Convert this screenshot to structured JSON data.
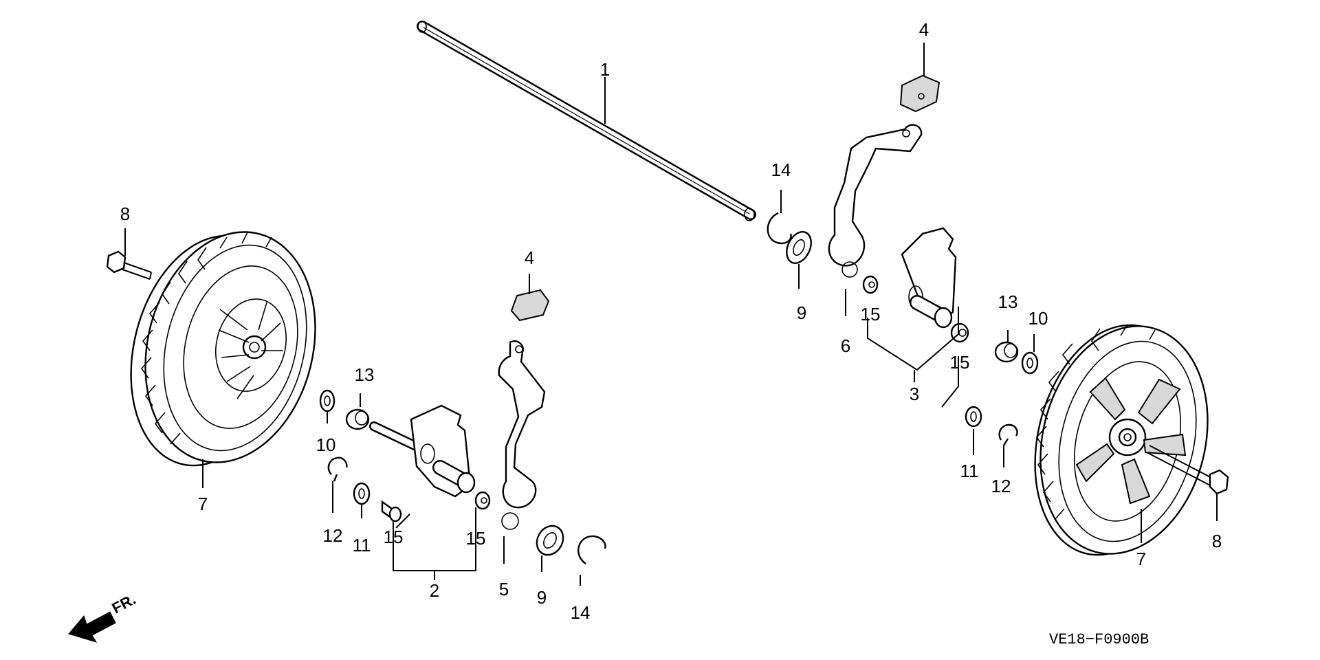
{
  "diagram": {
    "part_labels": {
      "l1": "1",
      "l2": "2",
      "l3": "3",
      "l4a": "4",
      "l4b": "4",
      "l5": "5",
      "l6": "6",
      "l7a": "7",
      "l7b": "7",
      "l8a": "8",
      "l8b": "8",
      "l9a": "9",
      "l9b": "9",
      "l10a": "10",
      "l10b": "10",
      "l11a": "11",
      "l11b": "11",
      "l12a": "12",
      "l12b": "12",
      "l13a": "13",
      "l13b": "13",
      "l14a": "14",
      "l14b": "14",
      "l15a": "15",
      "l15b": "15",
      "l15c": "15",
      "l15d": "15"
    },
    "front_label": "FR.",
    "drawing_code": "VE18−F0900B",
    "icons": {
      "front_arrow": "front-direction-arrow-icon"
    }
  }
}
